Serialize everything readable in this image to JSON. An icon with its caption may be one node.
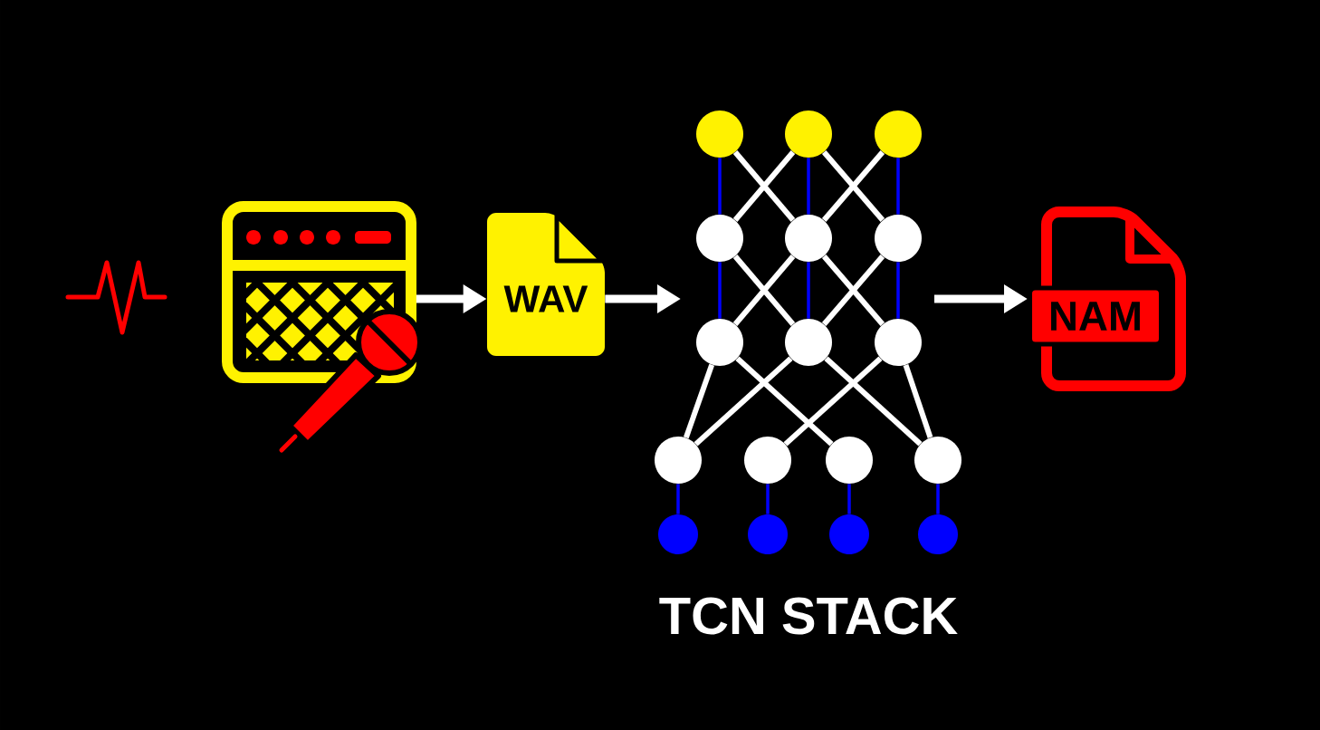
{
  "diagram": {
    "nodes": [
      {
        "text": [],
        "shape": "picture"
      },
      {
        "text": [
          "WAV"
        ]
      },
      {
        "text": [],
        "shape": "circle"
      },
      {
        "text": [],
        "shape": "circle"
      },
      {
        "text": [],
        "shape": "circle"
      },
      {
        "text": [],
        "shape": "circle"
      },
      {
        "text": [],
        "shape": "circle"
      },
      {
        "text": [],
        "shape": "circle"
      },
      {
        "text": [],
        "shape": "circle"
      },
      {
        "text": [],
        "shape": "circle"
      },
      {
        "text": [],
        "shape": "circle"
      },
      {
        "text": [],
        "shape": "circle"
      },
      {
        "text": [],
        "shape": "circle"
      },
      {
        "text": [],
        "shape": "circle"
      },
      {
        "text": [],
        "shape": "circle"
      },
      {
        "text": [],
        "shape": "circle"
      },
      {
        "text": [],
        "shape": "circle"
      },
      {
        "text": [],
        "shape": "circle"
      },
      {
        "text": [],
        "shape": "circle"
      },
      {
        "text": [
          "NAM"
        ]
      }
    ],
    "edges": [
      {
        "from": 0,
        "to": 1,
        "arrow": "to"
      },
      {
        "from": 1,
        "to": null,
        "arrow": "to"
      },
      {
        "from": null,
        "to": 19,
        "arrow": "to"
      },
      {
        "from": 2,
        "to": 5,
        "arrow": "none",
        "color": "#0000ff"
      },
      {
        "from": 2,
        "to": 6,
        "arrow": "none"
      },
      {
        "from": 3,
        "to": 5,
        "arrow": "none"
      },
      {
        "from": 3,
        "to": 6,
        "arrow": "none",
        "color": "#0000ff"
      },
      {
        "from": 3,
        "to": 7,
        "arrow": "none"
      },
      {
        "from": 4,
        "to": 6,
        "arrow": "none"
      },
      {
        "from": 4,
        "to": 7,
        "arrow": "none",
        "color": "#0000ff"
      },
      {
        "from": 5,
        "to": 8,
        "arrow": "none",
        "color": "#0000ff"
      },
      {
        "from": 5,
        "to": 9,
        "arrow": "none"
      },
      {
        "from": 6,
        "to": 8,
        "arrow": "none"
      },
      {
        "from": 6,
        "to": 9,
        "arrow": "none",
        "color": "#0000ff"
      },
      {
        "from": 6,
        "to": 10,
        "arrow": "none"
      },
      {
        "from": 7,
        "to": 9,
        "arrow": "none"
      },
      {
        "from": 7,
        "to": 10,
        "arrow": "none",
        "color": "#0000ff"
      },
      {
        "from": 8,
        "to": 11,
        "arrow": "none"
      },
      {
        "from": 8,
        "to": 13,
        "arrow": "none"
      },
      {
        "from": 9,
        "to": 11,
        "arrow": "none"
      },
      {
        "from": 9,
        "to": 14,
        "arrow": "none"
      },
      {
        "from": 10,
        "to": 12,
        "arrow": "none"
      },
      {
        "from": 10,
        "to": 14,
        "arrow": "none"
      },
      {
        "from": 11,
        "to": 15,
        "arrow": "none",
        "color": "#0000ff"
      },
      {
        "from": 12,
        "to": 16,
        "arrow": "none",
        "color": "#0000ff"
      },
      {
        "from": 13,
        "to": 17,
        "arrow": "none",
        "color": "#0000ff"
      },
      {
        "from": 14,
        "to": 18,
        "arrow": "none",
        "color": "#0000ff"
      }
    ],
    "labels": [
      "TCN STACK"
    ]
  }
}
